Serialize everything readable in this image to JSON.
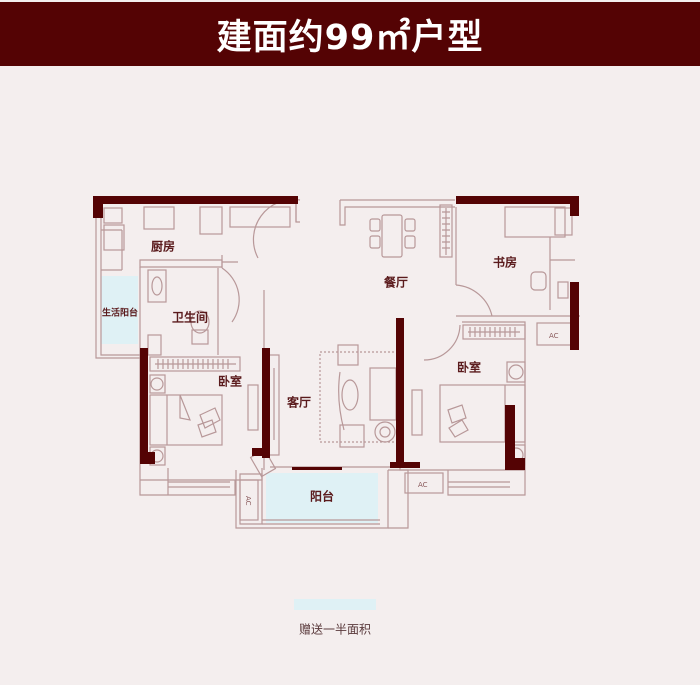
{
  "header": {
    "title_prefix": "建面约99㎡",
    "title_suffix": "户型",
    "background": "#540304"
  },
  "rooms": {
    "kitchen": "厨房",
    "utility_balcony": "生活阳台",
    "bathroom": "卫生间",
    "dining": "餐厅",
    "study": "书房",
    "bedroom_left": "卧室",
    "living": "客厅",
    "bedroom_right": "卧室",
    "balcony": "阳台"
  },
  "fixtures": {
    "ac_label": "AC"
  },
  "legend": {
    "swatch_color": "#dff1f5",
    "text": "赠送一半面积"
  },
  "colors": {
    "wall": "#540304",
    "line": "#b89899",
    "background": "#f4eeee",
    "balcony_fill": "#dff1f5"
  }
}
